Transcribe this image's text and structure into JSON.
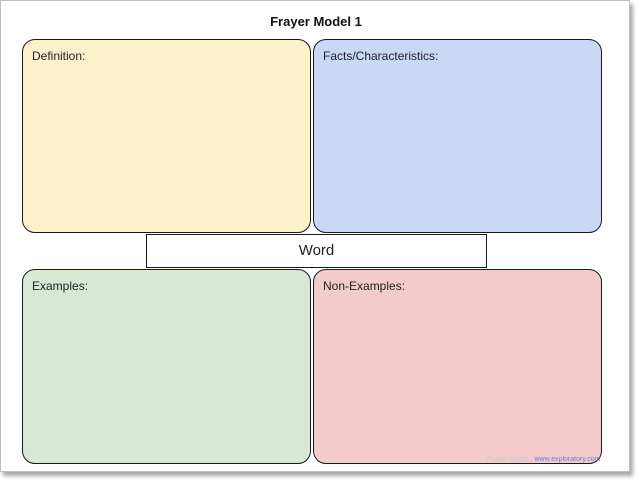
{
  "document": {
    "title": "Frayer Model 1"
  },
  "quadrants": {
    "definition": {
      "label": "Definition:",
      "color": "#fdf1cc"
    },
    "facts": {
      "label": "Facts/Characteristics:",
      "color": "#c8d8f6"
    },
    "examples": {
      "label": "Examples:",
      "color": "#d8e8d3"
    },
    "non_examples": {
      "label": "Non-Examples:",
      "color": "#f4cbcc"
    }
  },
  "center": {
    "label": "Word"
  },
  "watermark": {
    "text": "Frayer Model · ",
    "link": "www.exploratory.com"
  }
}
